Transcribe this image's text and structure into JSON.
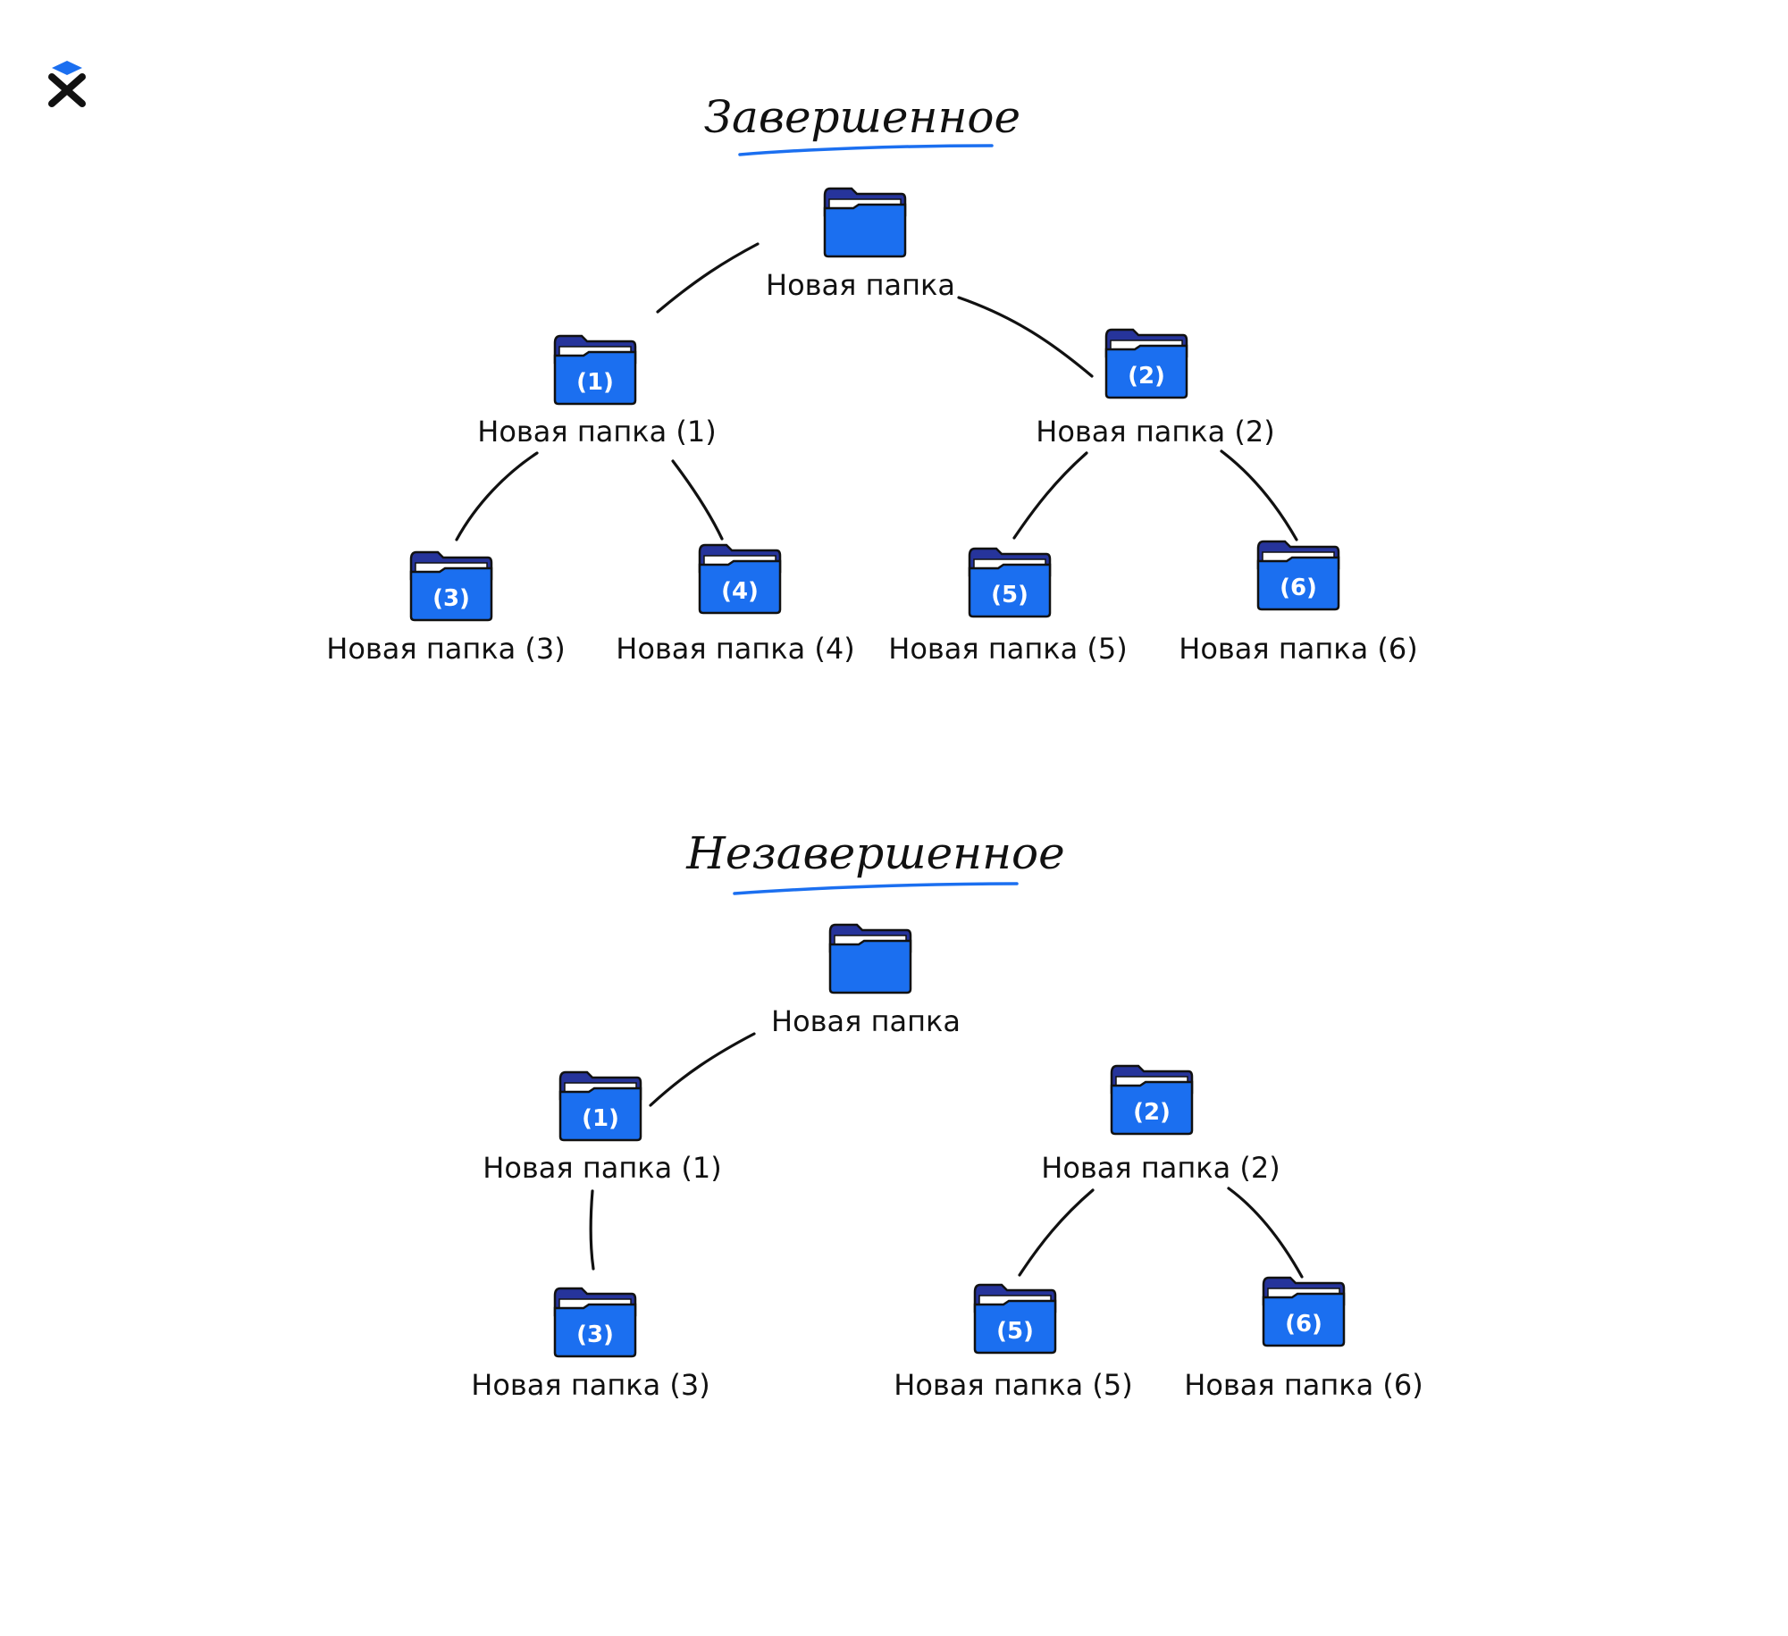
{
  "colors": {
    "folder_body": "#1b6ff0",
    "folder_tab": "#26349b",
    "folder_outline": "#111111",
    "underline": "#1b6ff0",
    "logo_accent": "#1b6ff0",
    "text": "#111111"
  },
  "logo": {
    "icon": "x-logo-icon"
  },
  "trees": [
    {
      "title": "Завершенное",
      "nodes": [
        {
          "id": "root",
          "label": "Новая папка",
          "badge": ""
        },
        {
          "id": "n1",
          "label": "Новая папка (1)",
          "badge": "(1)"
        },
        {
          "id": "n2",
          "label": "Новая папка (2)",
          "badge": "(2)"
        },
        {
          "id": "n3",
          "label": "Новая папка (3)",
          "badge": "(3)"
        },
        {
          "id": "n4",
          "label": "Новая папка (4)",
          "badge": "(4)"
        },
        {
          "id": "n5",
          "label": "Новая папка (5)",
          "badge": "(5)"
        },
        {
          "id": "n6",
          "label": "Новая папка (6)",
          "badge": "(6)"
        }
      ],
      "edges": [
        [
          "root",
          "n1"
        ],
        [
          "root",
          "n2"
        ],
        [
          "n1",
          "n3"
        ],
        [
          "n1",
          "n4"
        ],
        [
          "n2",
          "n5"
        ],
        [
          "n2",
          "n6"
        ]
      ]
    },
    {
      "title": "Незавершенное",
      "nodes": [
        {
          "id": "root",
          "label": "Новая папка",
          "badge": ""
        },
        {
          "id": "n1",
          "label": "Новая папка (1)",
          "badge": "(1)"
        },
        {
          "id": "n2",
          "label": "Новая папка (2)",
          "badge": "(2)"
        },
        {
          "id": "n3",
          "label": "Новая папка (3)",
          "badge": "(3)"
        },
        {
          "id": "n5",
          "label": "Новая папка (5)",
          "badge": "(5)"
        },
        {
          "id": "n6",
          "label": "Новая папка (6)",
          "badge": "(6)"
        }
      ],
      "edges": [
        [
          "root",
          "n1"
        ],
        [
          "n1",
          "n3"
        ],
        [
          "n2",
          "n5"
        ],
        [
          "n2",
          "n6"
        ]
      ]
    }
  ]
}
